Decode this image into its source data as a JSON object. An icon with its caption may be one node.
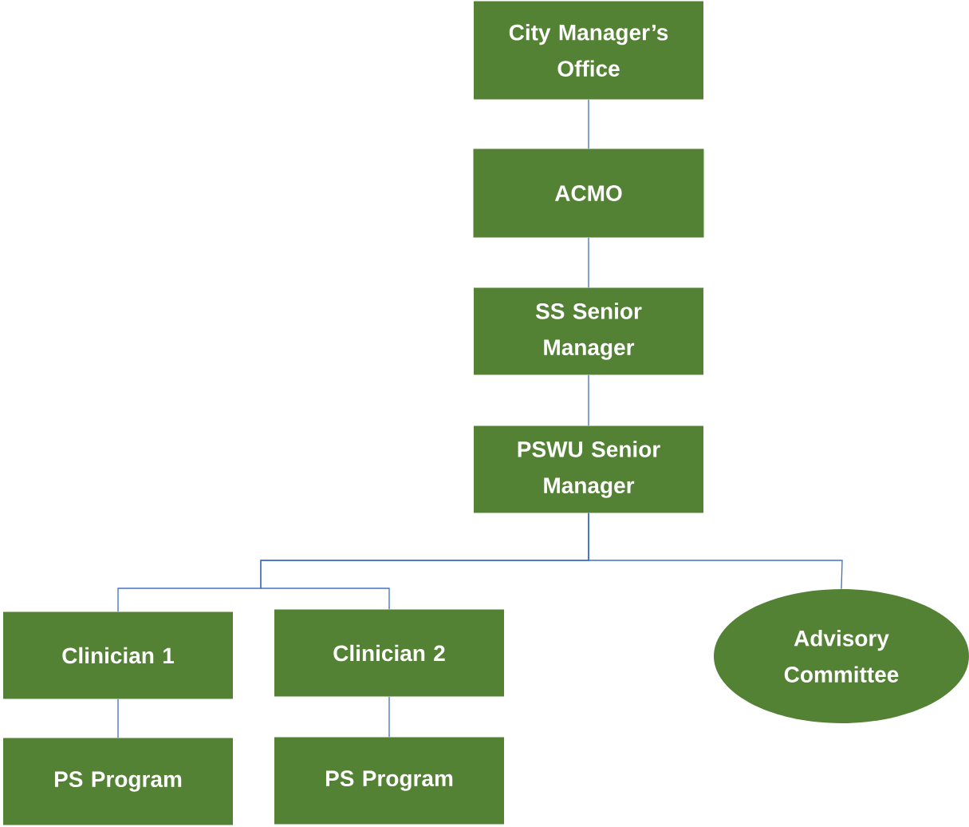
{
  "diagram": {
    "nodes": [
      {
        "text": [
          "City Manager’s Office"
        ]
      },
      {
        "text": [
          "ACMO"
        ]
      },
      {
        "text": [
          "SS Senior Manager"
        ]
      },
      {
        "text": [
          "PSWU Senior Manager"
        ]
      },
      {
        "text": [
          "Clinician 1"
        ]
      },
      {
        "text": [
          "Clinician 2"
        ]
      },
      {
        "text": [
          "Advisory Committee"
        ]
      },
      {
        "text": [
          "PS Program"
        ]
      },
      {
        "text": [
          "PS Program"
        ]
      }
    ],
    "edges": [
      {
        "from": 0,
        "to": 1,
        "arrow": "none"
      },
      {
        "from": 1,
        "to": 2,
        "arrow": "none"
      },
      {
        "from": 2,
        "to": 3,
        "arrow": "none"
      },
      {
        "from": 3,
        "to": 4,
        "arrow": "none"
      },
      {
        "from": 3,
        "to": 5,
        "arrow": "none"
      },
      {
        "from": 3,
        "to": 6,
        "arrow": "none"
      },
      {
        "from": 4,
        "to": 7,
        "arrow": "none"
      },
      {
        "from": 5,
        "to": 8,
        "arrow": "none"
      }
    ]
  }
}
